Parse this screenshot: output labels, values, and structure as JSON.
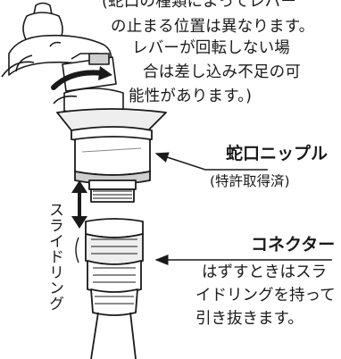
{
  "note": {
    "line1": "(蛇口の種類によってレバー",
    "line2": "の止まる位置は異なります。",
    "line3": "レバーが回転しない場",
    "line4": "合は差し込み不足の可",
    "line5": "能性があります。)"
  },
  "nipple": {
    "title": "蛇口ニップル",
    "sub": "(特許取得済)"
  },
  "slide_ring_label": "スライドリング",
  "connector": {
    "title": "コネクター",
    "line1": "はずすときはスラ",
    "line2": "イドリングを持って",
    "line3": "引き抜きます。"
  },
  "colors": {
    "ink": "#1a1a1a",
    "shade": "#cfcfcf",
    "light": "#eeeeee"
  },
  "icons": [
    "faucet-icon",
    "nipple-icon",
    "connector-icon",
    "hose-icon",
    "rotation-arrow-icon",
    "double-arrow-icon"
  ]
}
